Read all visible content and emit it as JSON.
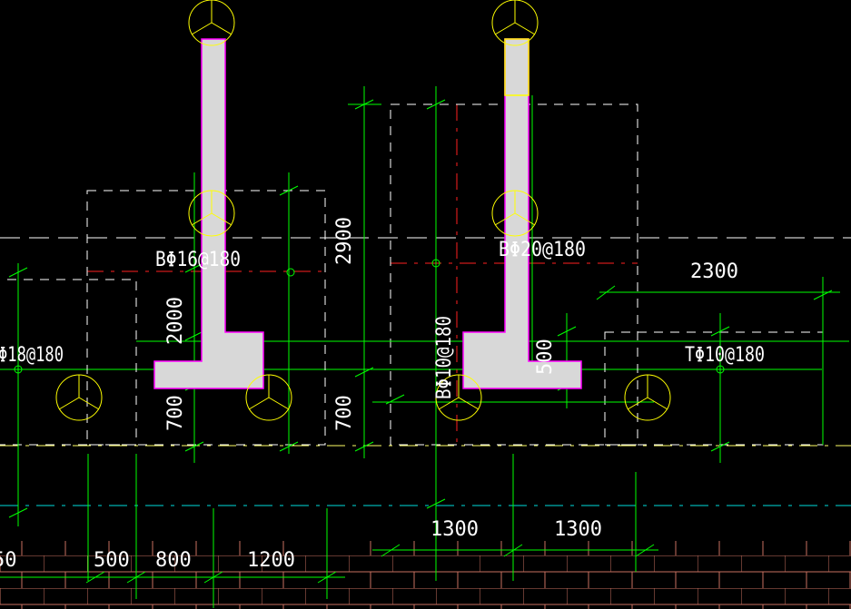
{
  "drawing": {
    "background": "#000000",
    "colors": {
      "dimension": "#00ff00",
      "column_fill": "#d8d8d8",
      "column_outline": "#ff00ff",
      "column_cap": "#ffff00",
      "axis_dashed": "#ffffff",
      "red_dashed": "#ff2020",
      "yellow_dashed": "#ffff66",
      "cyan_dashed": "#00dddd",
      "pile_symbol": "#ffff00",
      "brick": "#c87060"
    },
    "labels": {
      "rebar_left": "BΦ16@180",
      "rebar_mid": "BΦ20@180",
      "rebar_right": "TΦ10@180",
      "rebar_vertical": "BΦ10@180",
      "rebar_edge": "Φ18@180"
    },
    "dimensions": {
      "d_2900": "2900",
      "d_2000": "2000",
      "d_700_left": "700",
      "d_700_mid": "700",
      "d_2300": "2300",
      "d_500_vertical": "500",
      "d_1300_a": "1300",
      "d_1300_b": "1300",
      "d_50": "50",
      "d_500": "500",
      "d_800": "800",
      "d_1200": "1200"
    }
  }
}
